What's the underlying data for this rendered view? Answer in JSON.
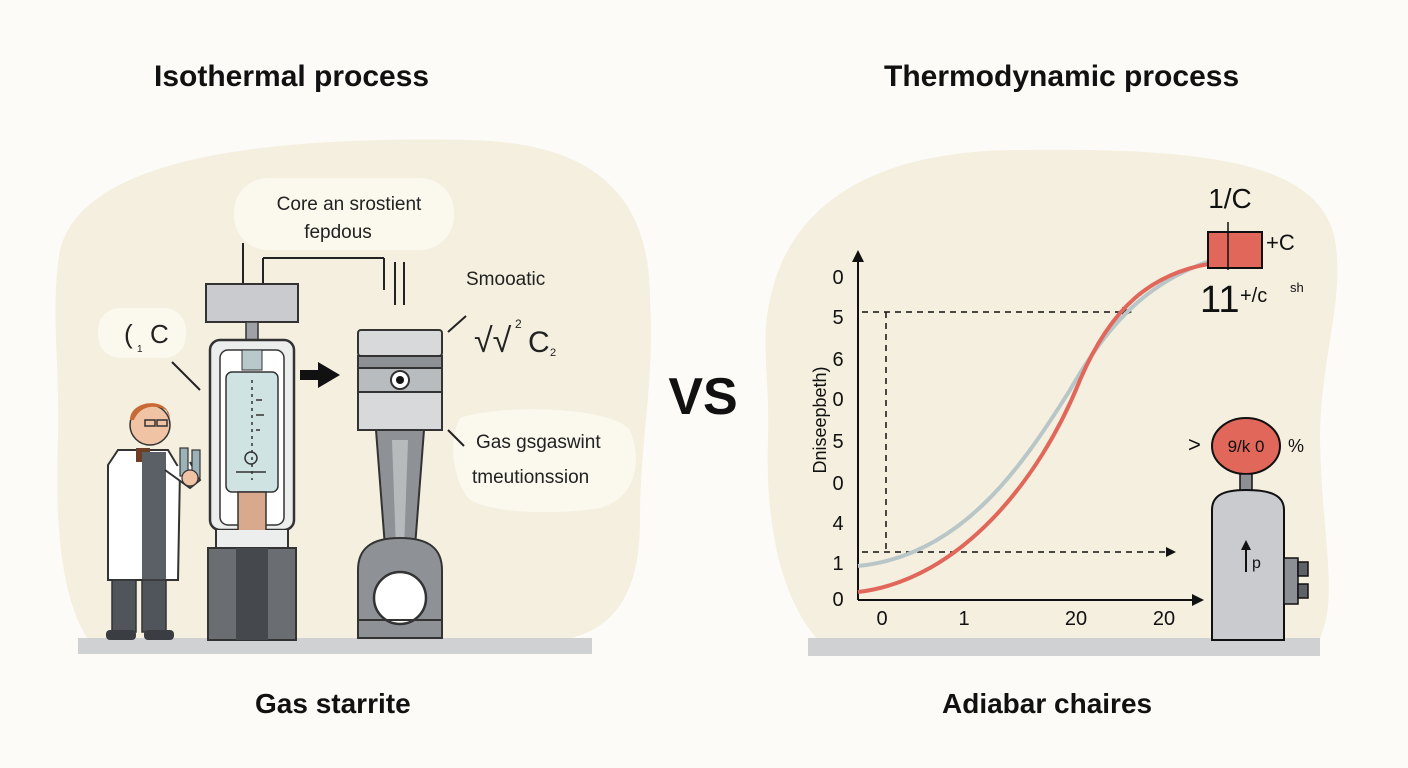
{
  "left": {
    "title": "Isothermal process",
    "bubble_top": [
      "Core an srostient",
      "fepdous"
    ],
    "bubble_left": "C",
    "bubble_left_prefix": "(",
    "bubble_left_sub": "1",
    "label_smooth": "Smooatic",
    "formula_main": "√√",
    "formula_sup": "2",
    "formula_c": "C",
    "formula_sub": "2",
    "bubble_bottom": [
      "Gas gsgaswint",
      "tmeutionssion"
    ],
    "caption": "Gas starrite"
  },
  "vs_label": "VS",
  "right": {
    "title": "Thermodynamic process",
    "ylabel": "Dniseepbeth)",
    "y_ticks": [
      "0",
      "5",
      "6",
      "0",
      "5",
      "0",
      "4",
      "1",
      "0"
    ],
    "x_ticks": [
      "0",
      "1",
      "20",
      "20"
    ],
    "box_top_label": "1/C",
    "box_right_label": "+C",
    "box_bottom_big": "11",
    "box_bottom_small": "+/c",
    "box_bottom_sup": "sh",
    "gauge_left": ">",
    "gauge_text": "9/k 0",
    "gauge_right": "%",
    "tank_label": "p",
    "caption": "Adiabar chaires"
  },
  "colors": {
    "background": "#fcfbf8",
    "blob": "#f4efdf",
    "curve_blue": "#b8c6c8",
    "curve_red": "#e0675a",
    "floor": "#cfd1d3",
    "metal": "#c9cbce",
    "metal_dark": "#5e6266",
    "liquid": "#cfe3e2"
  }
}
